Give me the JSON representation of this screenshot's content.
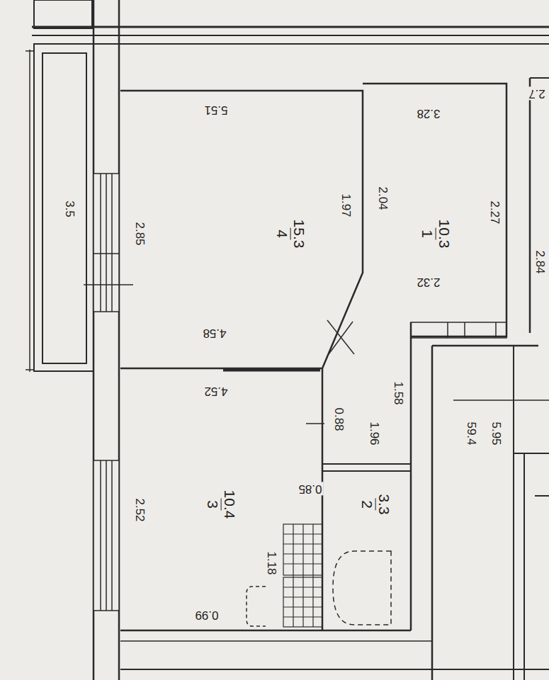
{
  "diagram": {
    "nodes": [
      {
        "text": [
          "4",
          "15.3"
        ]
      },
      {
        "text": [
          "1",
          "10.3"
        ]
      },
      {
        "text": [
          "3",
          "10.4"
        ]
      },
      {
        "text": [
          "2",
          "3.3"
        ]
      }
    ],
    "labels": [
      "3.5",
      "2.85",
      "5.51",
      "1.97",
      "4.58",
      "3.28",
      "2.04",
      "2.27",
      "2.32",
      "1.58",
      "4.52",
      "0.88",
      "1.96",
      "2.52",
      "0.85",
      "1.18",
      "0.99",
      "59.4",
      "5.95",
      "2.84",
      "2.7"
    ]
  }
}
